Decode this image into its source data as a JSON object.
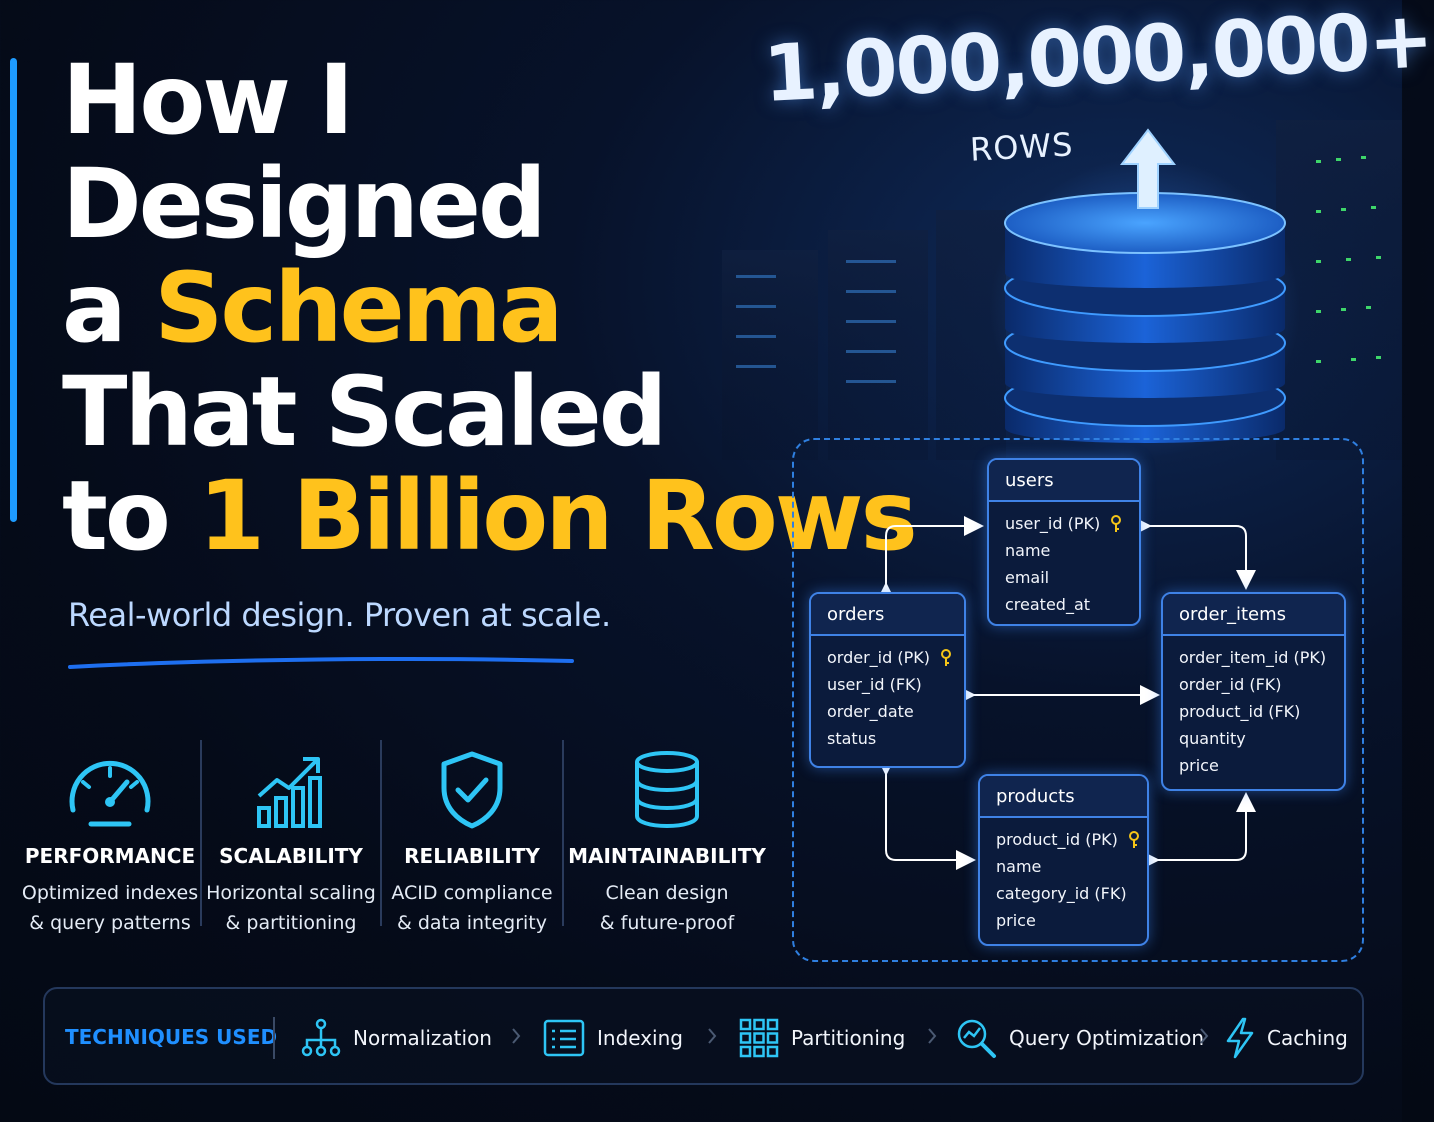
{
  "title": {
    "line1": "How I",
    "line2": "Designed",
    "line3_pre": "a",
    "line3_hl": "Schema",
    "line4": "That Scaled",
    "line5_pre": "to",
    "line5_hl": "1 Billion Rows"
  },
  "subtitle": "Real-world design. Proven at scale.",
  "hero": {
    "count": "1,000,000,000+",
    "unit": "ROWS"
  },
  "features": [
    {
      "name": "PERFORMANCE",
      "desc1": "Optimized indexes",
      "desc2": "& query patterns",
      "icon": "speedometer-icon"
    },
    {
      "name": "SCALABILITY",
      "desc1": "Horizontal scaling",
      "desc2": "& partitioning",
      "icon": "bar-chart-growth-icon"
    },
    {
      "name": "RELIABILITY",
      "desc1": "ACID compliance",
      "desc2": "& data integrity",
      "icon": "shield-check-icon"
    },
    {
      "name": "MAINTAINABILITY",
      "desc1": "Clean design",
      "desc2": "& future-proof",
      "icon": "database-icon"
    }
  ],
  "schema": {
    "users": {
      "name": "users",
      "fields": [
        "user_id (PK)",
        "name",
        "email",
        "created_at"
      ],
      "pk_index": 0
    },
    "orders": {
      "name": "orders",
      "fields": [
        "order_id (PK)",
        "user_id (FK)",
        "order_date",
        "status"
      ],
      "pk_index": 0
    },
    "order_items": {
      "name": "order_items",
      "fields": [
        "order_item_id (PK)",
        "order_id (FK)",
        "product_id (FK)",
        "quantity",
        "price"
      ],
      "pk_index": 0
    },
    "products": {
      "name": "products",
      "fields": [
        "product_id (PK)",
        "name",
        "category_id (FK)",
        "price"
      ],
      "pk_index": 0
    }
  },
  "techniques": {
    "label": "TECHNIQUES USED",
    "items": [
      {
        "name": "Normalization",
        "icon": "hierarchy-icon"
      },
      {
        "name": "Indexing",
        "icon": "list-index-icon"
      },
      {
        "name": "Partitioning",
        "icon": "grid-partition-icon"
      },
      {
        "name": "Query Optimization",
        "icon": "magnify-chart-icon"
      },
      {
        "name": "Caching",
        "icon": "lightning-icon"
      }
    ]
  },
  "colors": {
    "accent_blue": "#1e9bff",
    "highlight_yellow": "#ffc21c",
    "icon_cyan": "#2ec5f5",
    "key_gold": "#f5c518",
    "background": "#050b19"
  }
}
